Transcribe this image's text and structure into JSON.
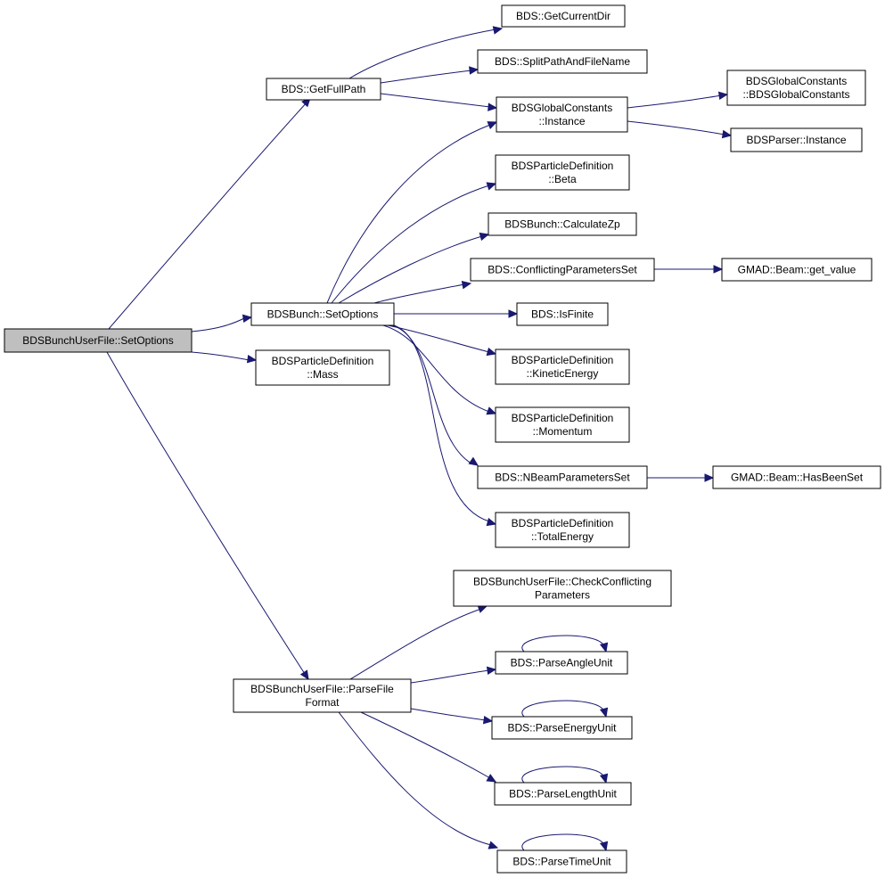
{
  "graph": {
    "edge_color": "#191970",
    "root_fill": "#bfbfbf",
    "nodes": {
      "root": [
        "BDSBunchUserFile::SetOptions"
      ],
      "getfullpath": [
        "BDS::GetFullPath"
      ],
      "getcurrentdir": [
        "BDS::GetCurrentDir"
      ],
      "splitpath": [
        "BDS::SplitPathAndFileName"
      ],
      "gc_instance": [
        "BDSGlobalConstants",
        "::Instance"
      ],
      "gc_ctor": [
        "BDSGlobalConstants",
        "::BDSGlobalConstants"
      ],
      "parser_instance": [
        "BDSParser::Instance"
      ],
      "beta": [
        "BDSParticleDefinition",
        "::Beta"
      ],
      "calczp": [
        "BDSBunch::CalculateZp"
      ],
      "conflicting": [
        "BDS::ConflictingParametersSet"
      ],
      "get_value": [
        "GMAD::Beam::get_value"
      ],
      "bunch_setoptions": [
        "BDSBunch::SetOptions"
      ],
      "isfinite": [
        "BDS::IsFinite"
      ],
      "mass": [
        "BDSParticleDefinition",
        "::Mass"
      ],
      "kinetic": [
        "BDSParticleDefinition",
        "::KineticEnergy"
      ],
      "momentum": [
        "BDSParticleDefinition",
        "::Momentum"
      ],
      "nbeam": [
        "BDS::NBeamParametersSet"
      ],
      "hasbeenset": [
        "GMAD::Beam::HasBeenSet"
      ],
      "totalenergy": [
        "BDSParticleDefinition",
        "::TotalEnergy"
      ],
      "checkconflicting": [
        "BDSBunchUserFile::CheckConflicting",
        "Parameters"
      ],
      "parsefileformat": [
        "BDSBunchUserFile::ParseFile",
        "Format"
      ],
      "angleunit": [
        "BDS::ParseAngleUnit"
      ],
      "energyunit": [
        "BDS::ParseEnergyUnit"
      ],
      "lengthunit": [
        "BDS::ParseLengthUnit"
      ],
      "timeunit": [
        "BDS::ParseTimeUnit"
      ]
    }
  }
}
